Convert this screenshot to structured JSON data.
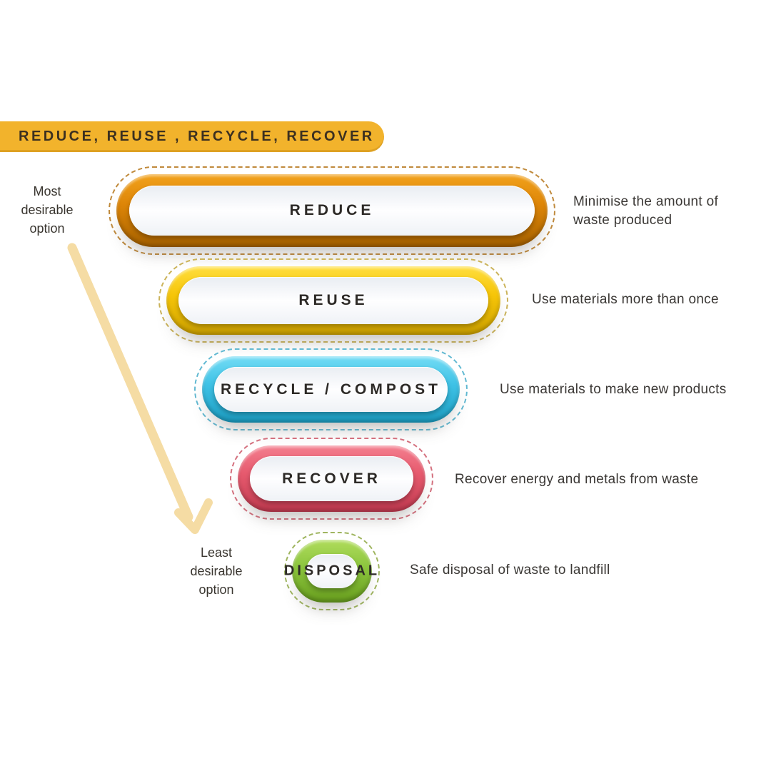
{
  "title": "REDUCE, REUSE , RECYCLE, RECOVER",
  "banner_color": "#F2B32C",
  "axis": {
    "most_label": "Most\ndesirable\noption",
    "least_label": "Least\ndesirable\noption"
  },
  "arrow": {
    "color": "#F5DCA4",
    "direction": "down"
  },
  "levels": [
    {
      "label": "REDUCE",
      "description": "Minimise the amount of waste produced",
      "color": "#DD8507",
      "color_light": "#F2A21C",
      "color_dark": "#A86200",
      "dash_color": "#C08A3C"
    },
    {
      "label": "REUSE",
      "description": "Use materials more than once",
      "color": "#F6C508",
      "color_light": "#FFDE3F",
      "color_dark": "#CFA300",
      "dash_color": "#CBB35A"
    },
    {
      "label": "RECYCLE / COMPOST",
      "description": "Use materials to make new products",
      "color": "#3FC2E6",
      "color_light": "#73DCF5",
      "color_dark": "#1C9FC4",
      "dash_color": "#62B9D2"
    },
    {
      "label": "RECOVER",
      "description": "Recover energy and metals from waste",
      "color": "#E65A6E",
      "color_light": "#F47F8F",
      "color_dark": "#C43B51",
      "dash_color": "#D4707E"
    },
    {
      "label": "DISPOSAL",
      "description": "Safe disposal of waste to landfill",
      "color": "#8DC63F",
      "color_light": "#B0DC5C",
      "color_dark": "#689E1E",
      "dash_color": "#9FB55F"
    }
  ]
}
